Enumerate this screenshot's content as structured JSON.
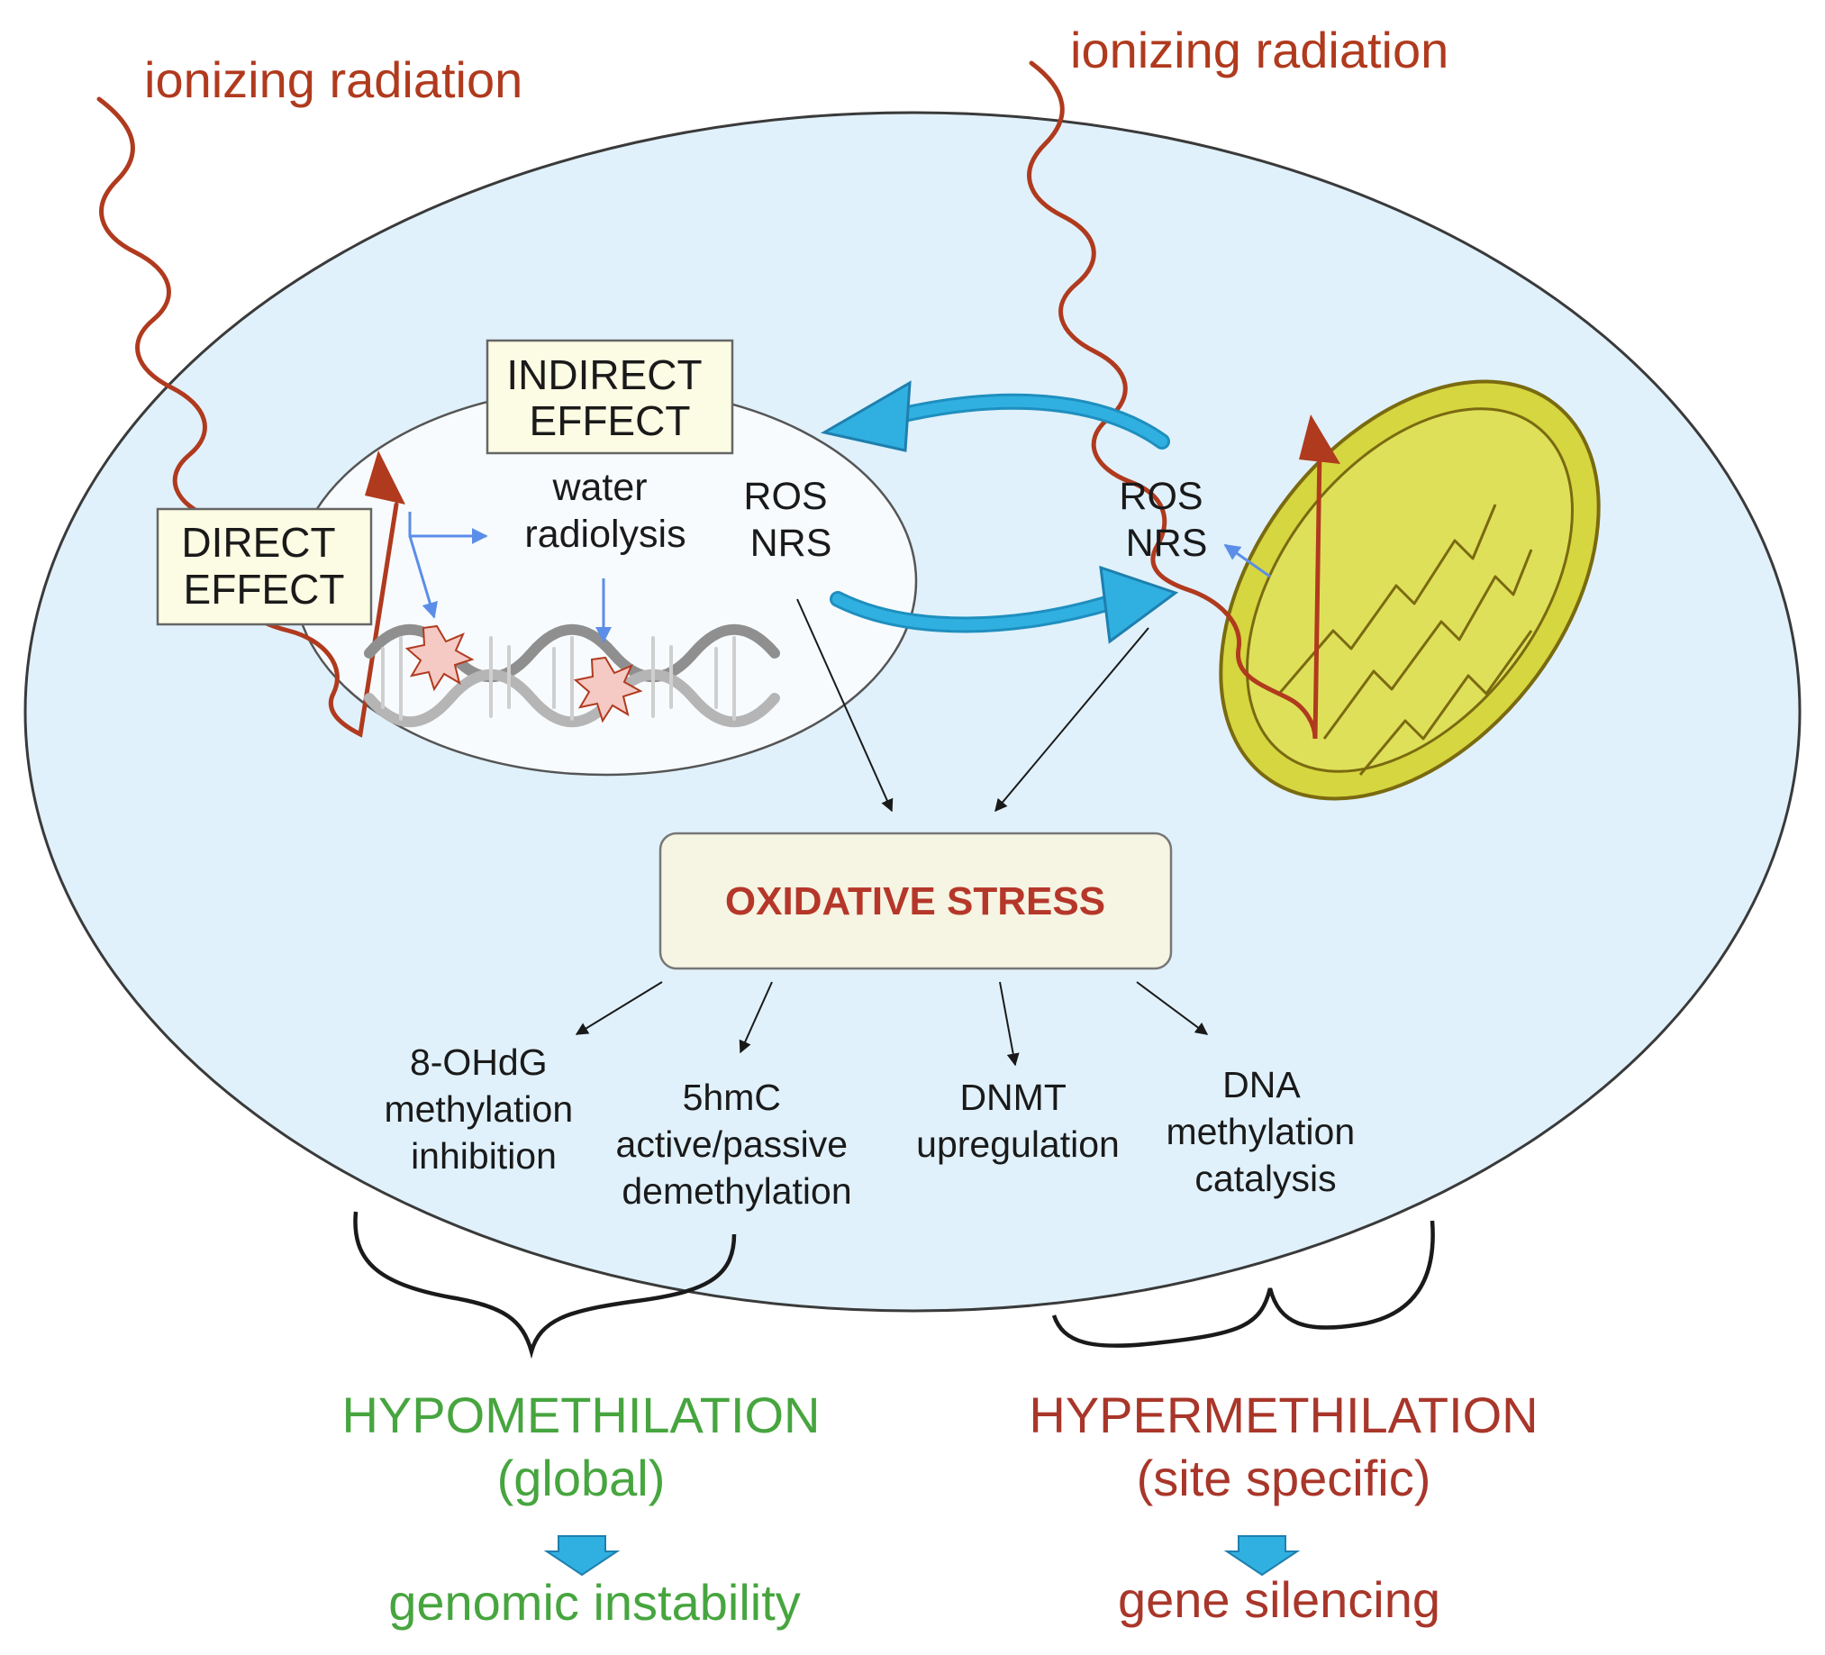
{
  "radiation": {
    "left_label": "ionizing radiation",
    "right_label": "ionizing radiation"
  },
  "nucleus": {
    "indirect_effect": [
      "INDIRECT",
      "EFFECT"
    ],
    "direct_effect": [
      "DIRECT",
      "EFFECT"
    ],
    "water_radiolysis": [
      "water",
      "radiolysis"
    ],
    "species": [
      "ROS",
      "NRS"
    ]
  },
  "mitochondrion": {
    "species": [
      "ROS",
      "NRS"
    ]
  },
  "oxidative_stress": "OXIDATIVE STRESS",
  "effects": [
    {
      "lines": [
        "8-OHdG",
        "methylation",
        "inhibition"
      ]
    },
    {
      "lines": [
        "5hmC",
        "active/passive",
        "demethylation"
      ]
    },
    {
      "lines": [
        "DNMT",
        "upregulation"
      ]
    },
    {
      "lines": [
        "DNA",
        "methylation",
        "catalysis"
      ]
    }
  ],
  "outcomes": {
    "hypo": {
      "title": "HYPOMETHILATION",
      "scope": "(global)",
      "result": "genomic instability",
      "color": "#47a53f"
    },
    "hyper": {
      "title": "HYPERMETHILATION",
      "scope": "(site specific)",
      "result": "gene silencing",
      "color": "#a9362a"
    }
  },
  "colors": {
    "cell_fill": "#e0f1fb",
    "radiation": "#b03a1e",
    "curved_arrow": "#29a7d8",
    "mitochondrion": "#d6d640",
    "box_fill": "#fcfbe3"
  }
}
